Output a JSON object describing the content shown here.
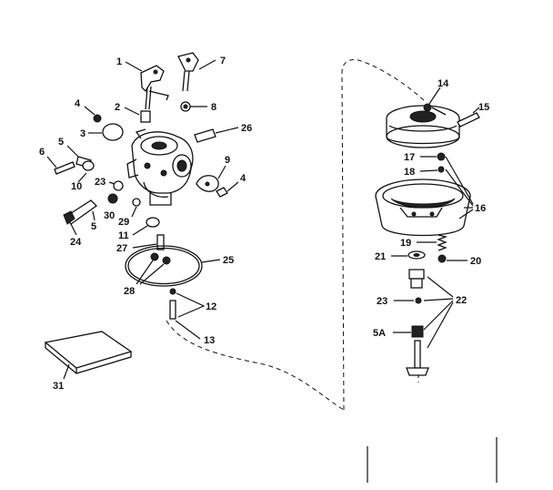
{
  "labels": {
    "p1": "1",
    "p2": "2",
    "p3": "3",
    "p4a": "4",
    "p4b": "4",
    "p5a": "5",
    "p5b": "5",
    "p6": "6",
    "p7": "7",
    "p8": "8",
    "p9": "9",
    "p10": "10",
    "p11": "11",
    "p12": "12",
    "p13": "13",
    "p14": "14",
    "p15": "15",
    "p16": "16",
    "p17": "17",
    "p18": "18",
    "p19": "19",
    "p20": "20",
    "p21": "21",
    "p22": "22",
    "p23a": "23",
    "p23b": "23",
    "p24": "24",
    "p25": "25",
    "p26": "26",
    "p27": "27",
    "p28": "28",
    "p29": "29",
    "p30": "30",
    "p31": "31",
    "p5A": "5A"
  }
}
